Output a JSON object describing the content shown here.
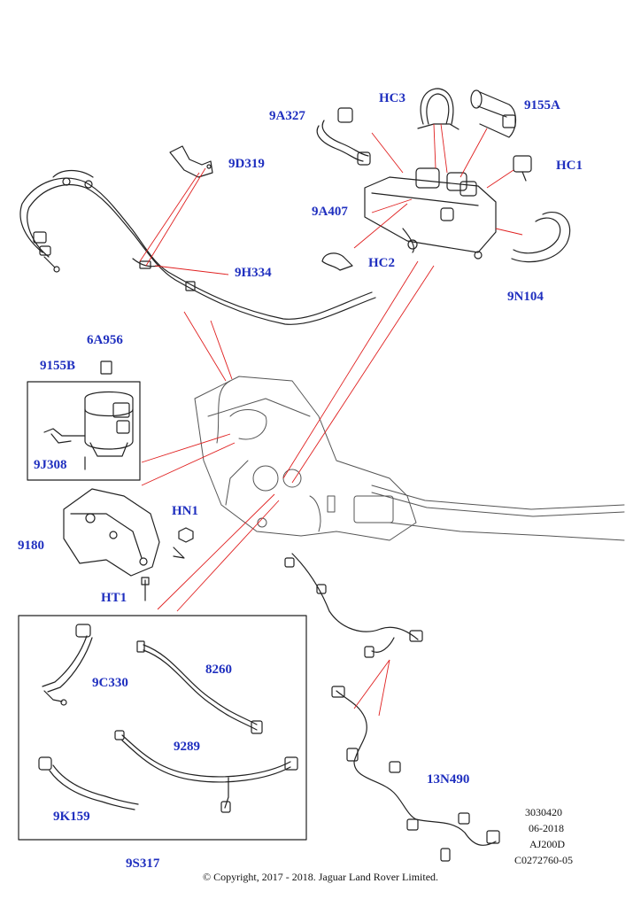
{
  "callouts": {
    "hc3": "HC3",
    "p9155a": "9155A",
    "p9a327": "9A327",
    "p9d319": "9D319",
    "hc1": "HC1",
    "p9a407": "9A407",
    "hc2": "HC2",
    "p9h334": "9H334",
    "p9n104": "9N104",
    "p6a956": "6A956",
    "p9155b": "9155B",
    "p9j308": "9J308",
    "hn1": "HN1",
    "p9180": "9180",
    "ht1": "HT1",
    "p9c330": "9C330",
    "p8260": "8260",
    "p9289": "9289",
    "p13n490": "13N490",
    "p9k159": "9K159",
    "p9s317": "9S317"
  },
  "meta": {
    "code1": "3030420",
    "date": "06-2018",
    "model": "AJ200D",
    "ref": "C0272760-05"
  },
  "copyright": "© Copyright, 2017 - 2018. Jaguar Land Rover Limited.",
  "colors": {
    "callout": "#1f2fbf",
    "leader": "#e02020",
    "line": "#222222"
  }
}
